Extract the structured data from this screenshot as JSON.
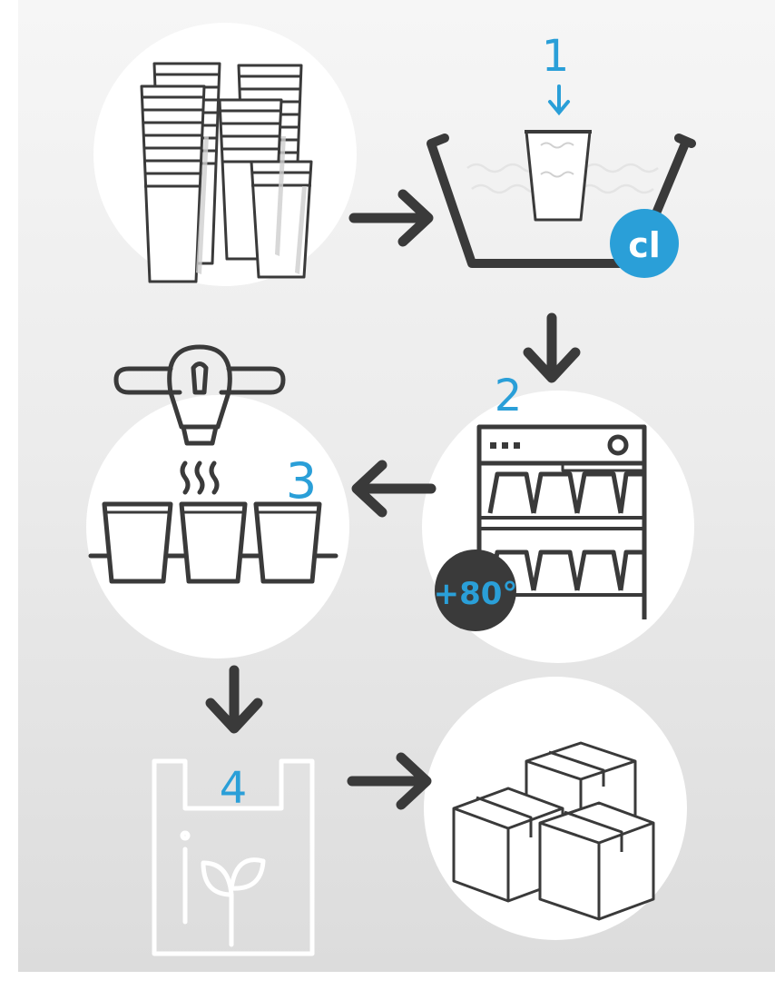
{
  "steps": {
    "step1": "1",
    "step2": "2",
    "step3": "3",
    "step4": "4"
  },
  "badges": {
    "chlorine": "cl",
    "temperature": "+80°"
  },
  "icons": [
    "stacked-cups-icon",
    "chlorine-basin-icon",
    "dishwasher-icon",
    "dryer-heater-icon",
    "compostable-bag-icon",
    "boxes-icon",
    "arrow-icon"
  ],
  "colors": {
    "accent": "#2a9fd8",
    "ink": "#3a3a3a",
    "badge_dark": "#3a3a3a",
    "circle_fill": "#ffffff"
  }
}
